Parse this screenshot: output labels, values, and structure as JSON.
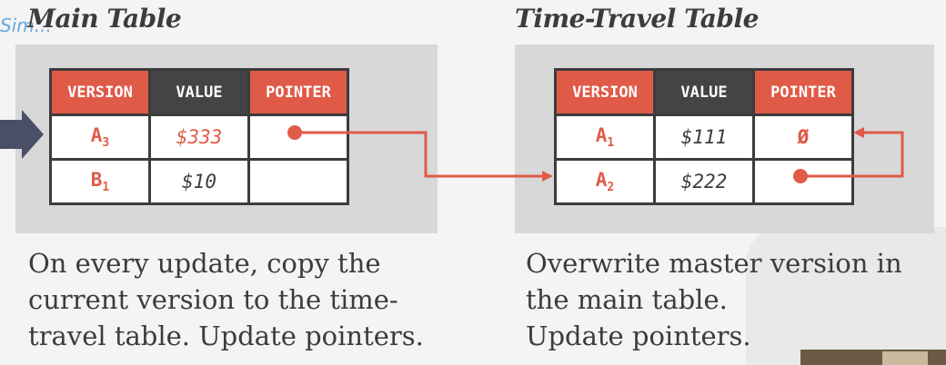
{
  "main_table": {
    "title": "Main Table",
    "headers": [
      "VERSION",
      "VALUE",
      "POINTER"
    ],
    "rows": [
      {
        "version_base": "A",
        "version_sub": "3",
        "value": "$333",
        "pointer": ""
      },
      {
        "version_base": "B",
        "version_sub": "1",
        "value": "$10",
        "pointer": ""
      }
    ]
  },
  "time_travel_table": {
    "title": "Time-Travel Table",
    "headers": [
      "VERSION",
      "VALUE",
      "POINTER"
    ],
    "rows": [
      {
        "version_base": "A",
        "version_sub": "1",
        "value": "$111",
        "pointer": "Ø"
      },
      {
        "version_base": "A",
        "version_sub": "2",
        "value": "$222",
        "pointer": ""
      }
    ]
  },
  "captions": {
    "left": [
      "On every update, copy the",
      "current version to the time-",
      "travel table. Update pointers."
    ],
    "right": [
      "Overwrite master version in",
      "the main table.",
      "Update pointers."
    ]
  },
  "colors": {
    "accent": "#e05a48",
    "dark": "#444444",
    "arrow": "#4a4f66"
  }
}
